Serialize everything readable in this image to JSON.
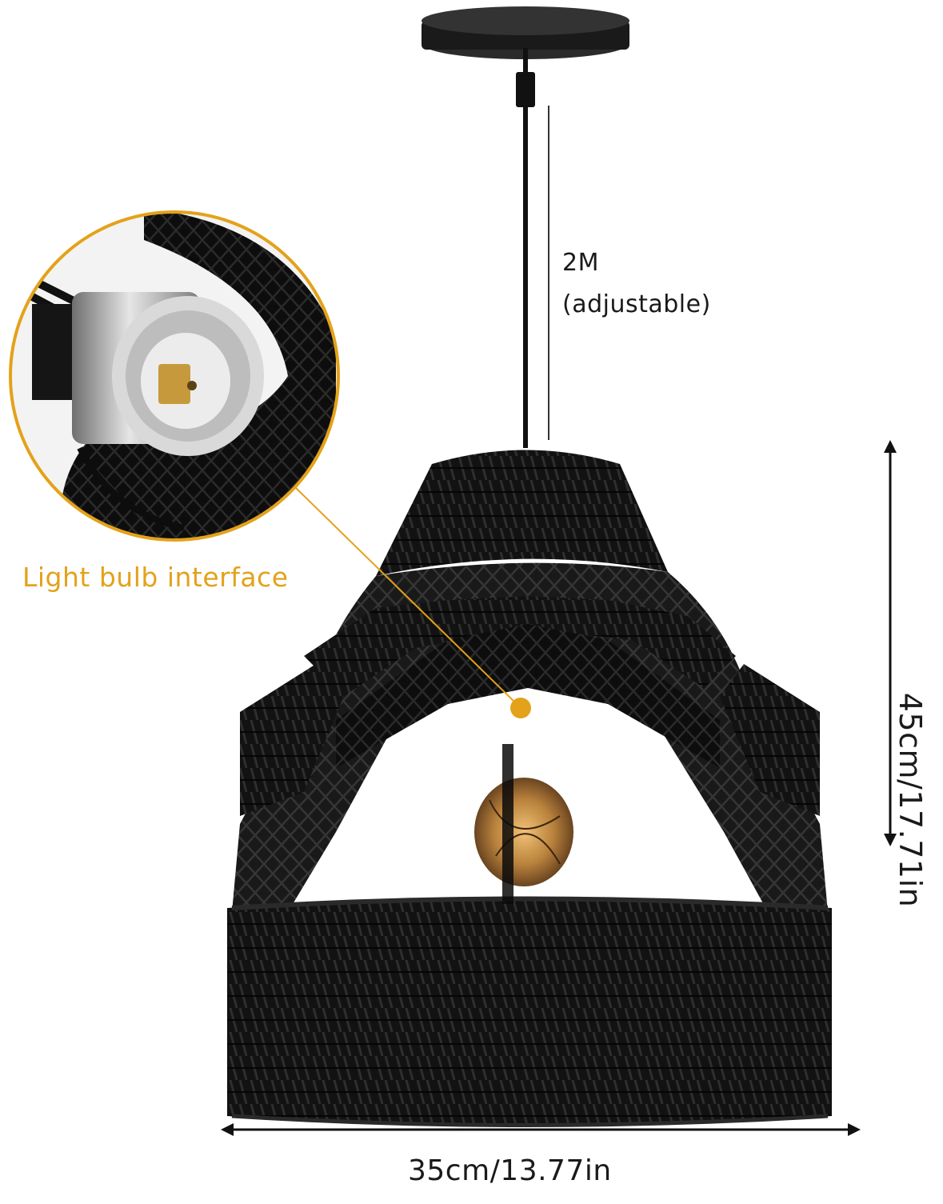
{
  "annotations": {
    "cord_length_line1": "2M",
    "cord_length_line2": "(adjustable)",
    "callout_label": "Light bulb interface",
    "height_label": "45cm/17.71in",
    "width_label": "35cm/13.77in"
  },
  "colors": {
    "accent": "#E3A21A",
    "lamp": "#111111",
    "background": "#FFFFFF"
  }
}
